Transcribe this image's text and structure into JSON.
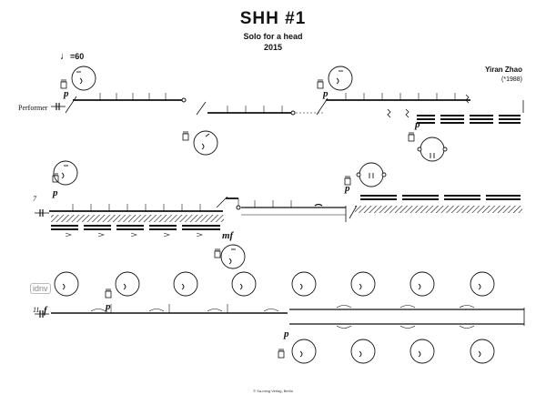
{
  "header": {
    "title": "SHH #1",
    "subtitle": "Solo for a head",
    "year": "2015",
    "composer": "Yiran Zhao",
    "composer_dates": "(*1988)",
    "tempo_value": "=60",
    "performer_label": "Performer"
  },
  "measure_numbers": [
    "7",
    "11"
  ],
  "dynamics": {
    "s1_a": "p",
    "s1_b": "p",
    "s1_c": "p",
    "s2_a": "p",
    "s2_b": "mf",
    "s2_c": "p",
    "s3_a": "f",
    "s3_b": "p",
    "s3_c": "p"
  },
  "watermark": "idnv",
  "footer": "© Sa-ming Verlag, Berlin",
  "colors": {
    "ink": "#111111",
    "face": "#ffffff",
    "watermark": "#888888"
  }
}
